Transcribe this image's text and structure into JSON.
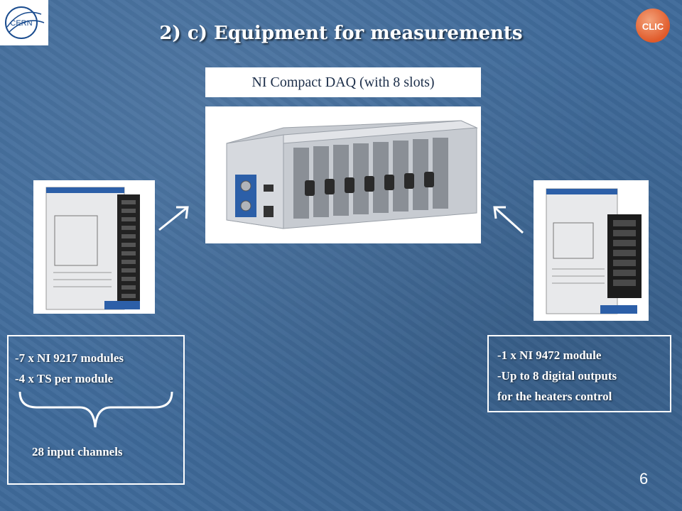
{
  "slide": {
    "title": "2) c) Equipment for measurements",
    "daq_label": "NI Compact DAQ (with 8 slots)",
    "left_box": {
      "line1": "-7 x NI 9217 modules",
      "line2": "-4 x TS per module",
      "summary": "28 input channels"
    },
    "right_box": {
      "line1": "-1 x NI 9472 module",
      "line2": "-Up to 8 digital outputs",
      "line3": "for the heaters control"
    },
    "page_number": "6"
  },
  "logos": {
    "left": "CERN",
    "right": "CLIC"
  },
  "colors": {
    "background": "#3f6a9a",
    "text": "#ffffff",
    "daq_chassis": "#c7cbd1",
    "module_blue": "#2c5fa8",
    "clic_orange": "#e05a2a"
  }
}
